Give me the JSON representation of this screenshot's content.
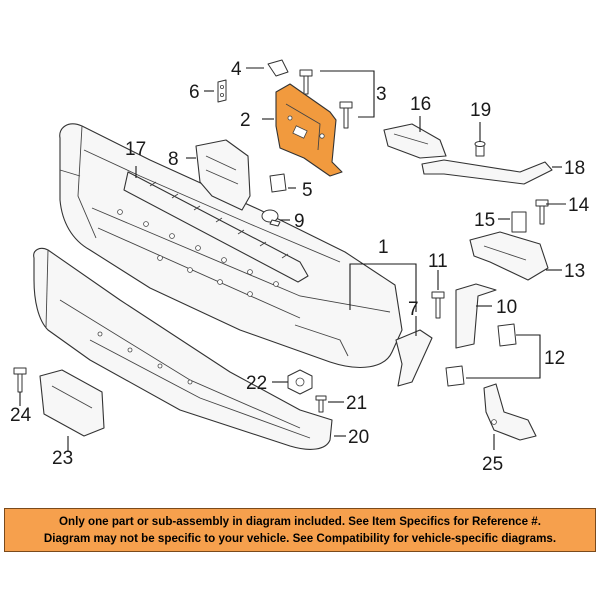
{
  "diagram": {
    "highlight_color": "#f19a3e",
    "callouts": {
      "c1": "1",
      "c2": "2",
      "c3": "3",
      "c4": "4",
      "c5": "5",
      "c6": "6",
      "c7": "7",
      "c8": "8",
      "c9": "9",
      "c10": "10",
      "c11": "11",
      "c12": "12",
      "c13": "13",
      "c14": "14",
      "c15": "15",
      "c16": "16",
      "c17": "17",
      "c18": "18",
      "c19": "19",
      "c20": "20",
      "c21": "21",
      "c22": "22",
      "c23": "23",
      "c24": "24",
      "c25": "25"
    }
  },
  "notice": {
    "background": "#f6a04d",
    "line1": "Only one part or sub-assembly in diagram included. See Item Specifics for Reference #.",
    "line2": "Diagram may not be specific to your vehicle. See Compatibility for vehicle-specific diagrams."
  }
}
